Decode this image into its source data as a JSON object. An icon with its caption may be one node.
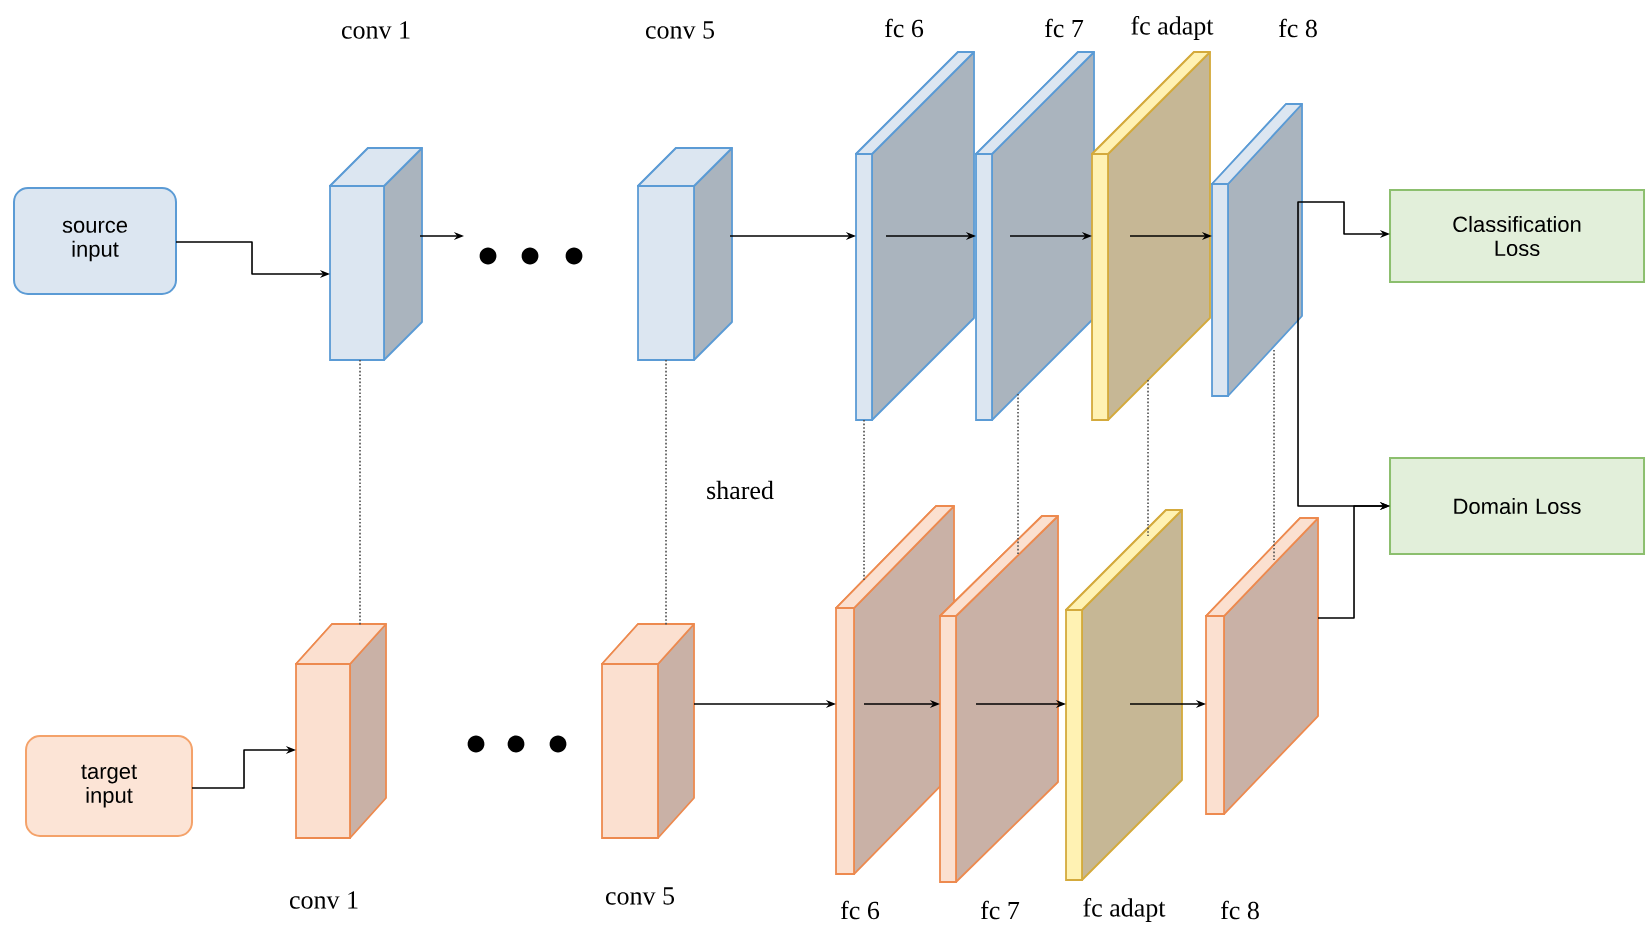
{
  "diagram": {
    "nodes": [
      {
        "text": [
          "source input"
        ]
      },
      {
        "text": [
          "target input"
        ]
      },
      {
        "text": [
          "conv 1"
        ]
      },
      {
        "text": [
          "conv 5"
        ]
      },
      {
        "text": [
          "fc 6"
        ]
      },
      {
        "text": [
          "fc 7"
        ]
      },
      {
        "text": [
          "fc adapt"
        ]
      },
      {
        "text": [
          "fc 8"
        ]
      },
      {
        "text": [
          "conv 1"
        ]
      },
      {
        "text": [
          "conv 5"
        ]
      },
      {
        "text": [
          "fc 6"
        ]
      },
      {
        "text": [
          "fc 7"
        ]
      },
      {
        "text": [
          "fc adapt"
        ]
      },
      {
        "text": [
          "fc 8"
        ]
      },
      {
        "text": [
          "Classification Loss"
        ]
      },
      {
        "text": [
          "Domain Loss"
        ]
      }
    ],
    "edges": [
      {
        "from": 0,
        "to": 2,
        "arrow": "to"
      },
      {
        "from": 2,
        "to": null,
        "arrow": "to"
      },
      {
        "from": 3,
        "to": 4,
        "arrow": "to"
      },
      {
        "from": 4,
        "to": 5,
        "arrow": "to"
      },
      {
        "from": 5,
        "to": 6,
        "arrow": "to"
      },
      {
        "from": 6,
        "to": 7,
        "arrow": "to"
      },
      {
        "from": 7,
        "to": 14,
        "arrow": "to"
      },
      {
        "from": 7,
        "to": 15,
        "arrow": "to"
      },
      {
        "from": 13,
        "to": 15,
        "arrow": "to"
      },
      {
        "from": 1,
        "to": 8,
        "arrow": "to"
      },
      {
        "from": 9,
        "to": 10,
        "arrow": "to"
      },
      {
        "from": 10,
        "to": 11,
        "arrow": "to"
      },
      {
        "from": 11,
        "to": 12,
        "arrow": "to"
      },
      {
        "from": 12,
        "to": 13,
        "arrow": "to"
      },
      {
        "from": 2,
        "to": 8,
        "arrow": "none",
        "style": "dashed"
      },
      {
        "from": 3,
        "to": 9,
        "arrow": "none",
        "style": "dashed"
      },
      {
        "from": 4,
        "to": 10,
        "arrow": "none",
        "style": "dashed"
      },
      {
        "from": 5,
        "to": 11,
        "arrow": "none",
        "style": "dashed"
      },
      {
        "from": 6,
        "to": 12,
        "arrow": "none",
        "style": "dashed"
      },
      {
        "from": 7,
        "to": 13,
        "arrow": "none",
        "style": "dashed"
      }
    ],
    "labels": [
      "shared"
    ]
  }
}
